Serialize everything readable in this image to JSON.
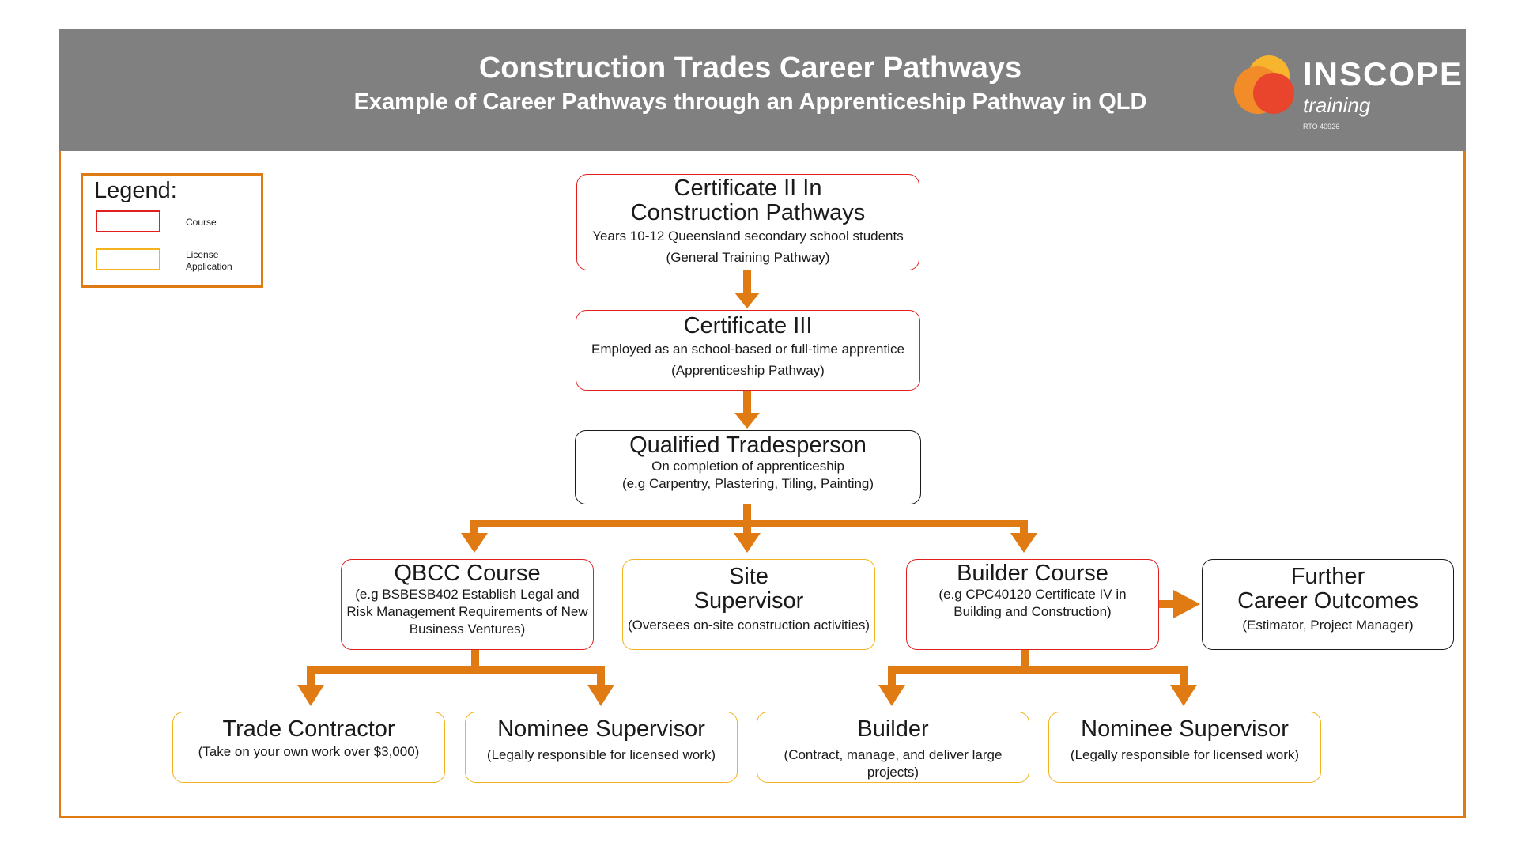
{
  "header": {
    "title": "Construction Trades Career Pathways",
    "subtitle": "Example of Career Pathways through an Apprenticeship Pathway in QLD"
  },
  "logo": {
    "name": "INSCOPE",
    "sub": "training",
    "rto": "RTO 40926"
  },
  "legend": {
    "title": "Legend:",
    "course_label": "Course",
    "license_label": "License\nApplication"
  },
  "colors": {
    "accent": "#E07A12",
    "course": "#E21F1F",
    "license": "#F2B31C",
    "neutral": "#1a1a1a",
    "header": "#808080"
  },
  "nodes": {
    "cert2": {
      "title": "Certificate II In\nConstruction Pathways",
      "desc": "Years 10-12 Queensland secondary school students\n(General Training Pathway)"
    },
    "cert3": {
      "title": "Certificate III",
      "desc": "Employed as an school-based or full-time apprentice\n(Apprenticeship Pathway)"
    },
    "qualified": {
      "title": "Qualified Tradesperson",
      "desc": "On completion of apprenticeship\n(e.g Carpentry, Plastering, Tiling, Painting)"
    },
    "qbcc": {
      "title": "QBCC Course",
      "desc": "(e.g BSBESB402  Establish Legal and\nRisk Management Requirements of New\nBusiness Ventures)"
    },
    "site": {
      "title": "Site\nSupervisor",
      "desc": "(Oversees on-site construction activities)"
    },
    "builder_course": {
      "title": "Builder Course",
      "desc": "(e.g CPC40120 Certificate IV  in\nBuilding and Construction)"
    },
    "further": {
      "title": "Further\nCareer Outcomes",
      "desc": "(Estimator, Project Manager)"
    },
    "trade_contractor": {
      "title": "Trade Contractor",
      "desc": "(Take on your own work over  $3,000)"
    },
    "nominee1": {
      "title": "Nominee Supervisor",
      "desc": "(Legally responsible for licensed work)"
    },
    "builder": {
      "title": "Builder",
      "desc": "(Contract, manage, and deliver large projects)"
    },
    "nominee2": {
      "title": "Nominee Supervisor",
      "desc": "(Legally responsible for licensed work)"
    }
  }
}
